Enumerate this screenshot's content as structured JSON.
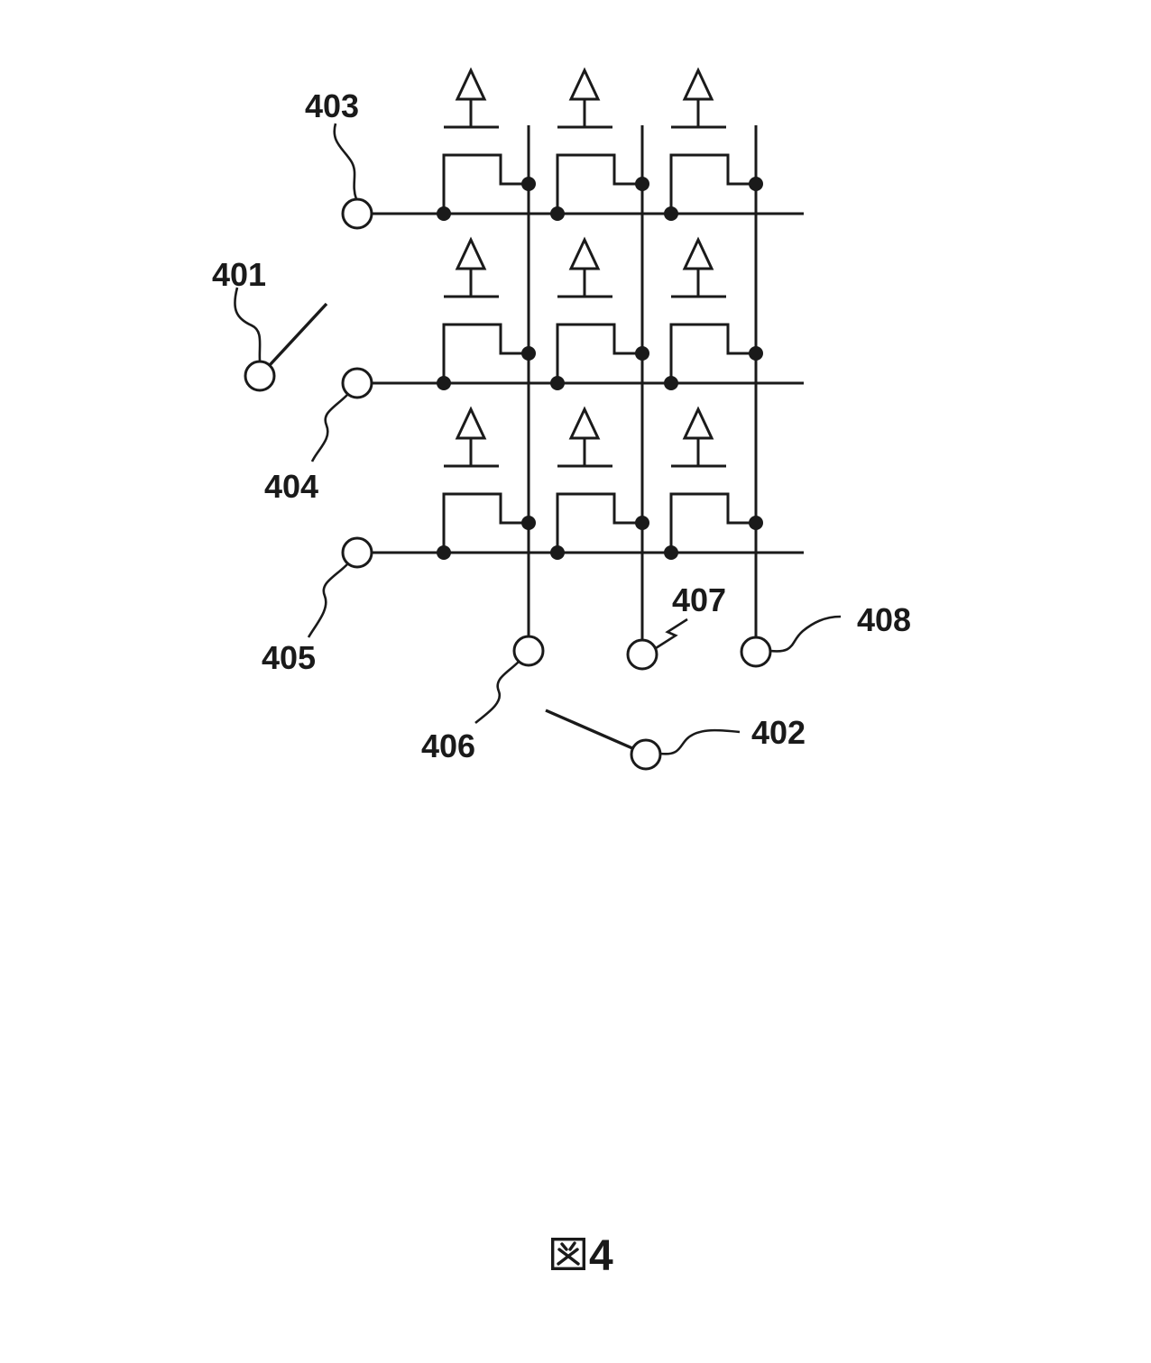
{
  "figure": {
    "caption": {
      "text": "図4",
      "kanji": "図",
      "number": "4"
    },
    "annotation_labels": {
      "l401": "401",
      "l402": "402",
      "l403": "403",
      "l404": "404",
      "l405": "405",
      "l406": "406",
      "l407": "407",
      "l408": "408"
    },
    "colors": {
      "ink": "#1a1a1a",
      "paper": "#ffffff"
    }
  }
}
